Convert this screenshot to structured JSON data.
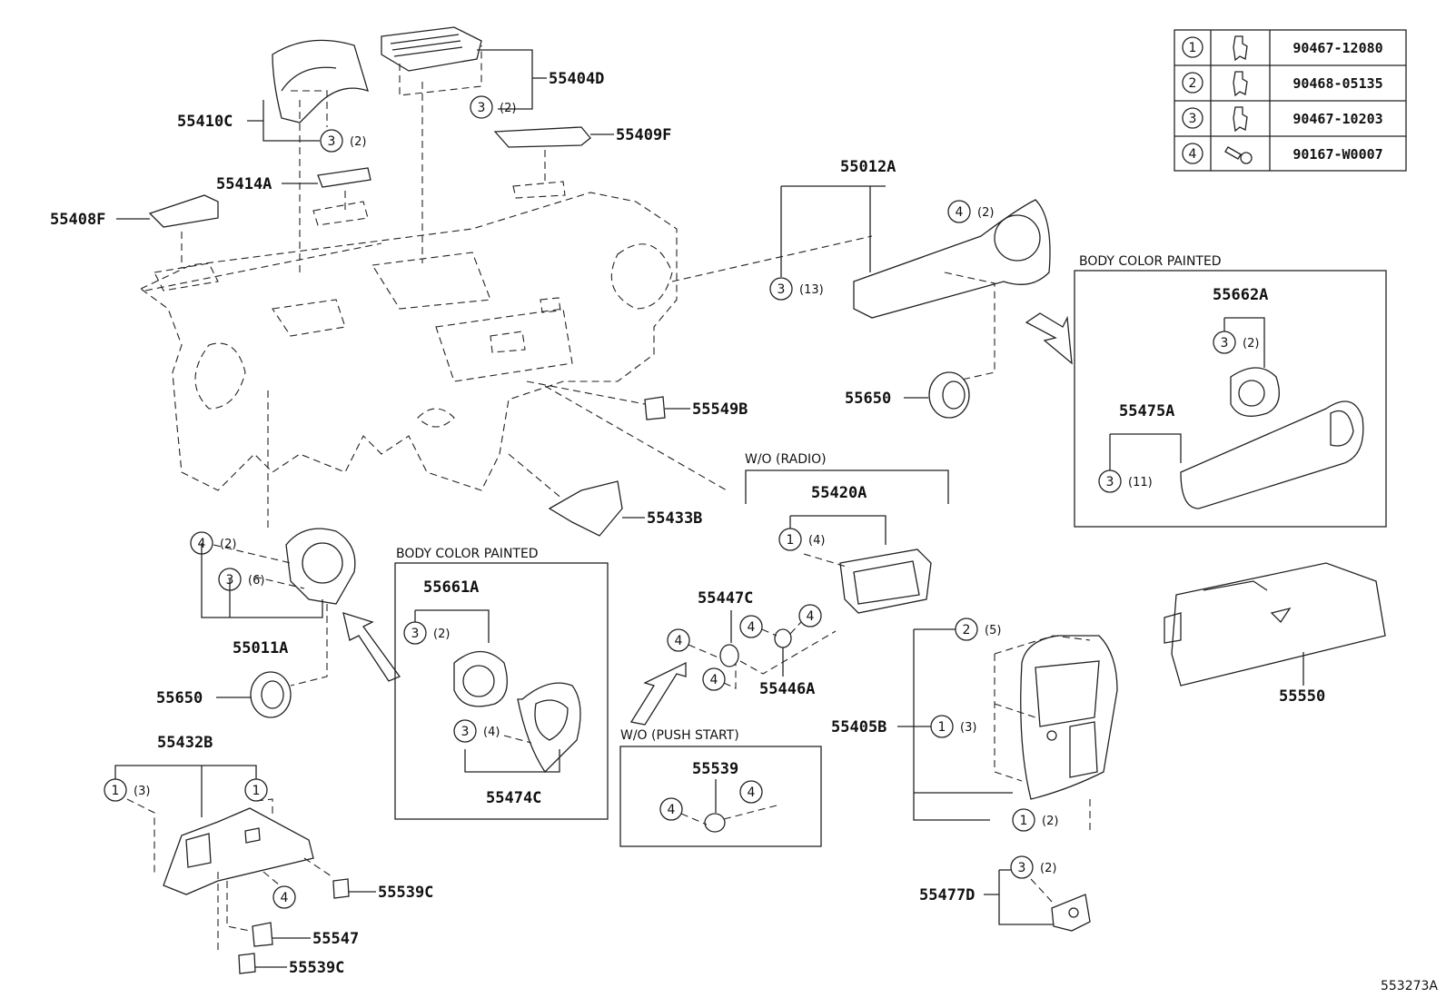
{
  "diagram_id": "553273A",
  "labels": {
    "p55404D": "55404D",
    "p55410C": "55410C",
    "p55409F": "55409F",
    "p55414A": "55414A",
    "p55408F": "55408F",
    "p55012A": "55012A",
    "p55662A": "55662A",
    "p55475A": "55475A",
    "p55650a": "55650",
    "p55549B": "55549B",
    "p55433B": "55433B",
    "p55420A": "55420A",
    "p55011A": "55011A",
    "p55650b": "55650",
    "p55661A": "55661A",
    "p55474C": "55474C",
    "p55447C": "55447C",
    "p55446A": "55446A",
    "p55405B": "55405B",
    "p55550": "55550",
    "p55432B": "55432B",
    "p55539": "55539",
    "p55539Ca": "55539C",
    "p55547": "55547",
    "p55539Cb": "55539C",
    "p55477D": "55477D"
  },
  "notes": {
    "body_color_right": "BODY COLOR PAINTED",
    "body_color_left": "BODY COLOR PAINTED",
    "wo_radio": "W/O (RADIO)",
    "wo_push_start": "W/O (PUSH  START)"
  },
  "qty": {
    "q2": "(2)",
    "q3": "(3)",
    "q4": "(4)",
    "q5": "(5)",
    "q6": "(6)",
    "q11": "(11)",
    "q13": "(13)"
  },
  "fastener_table": [
    {
      "ref": "1",
      "part_no": "90467-12080"
    },
    {
      "ref": "2",
      "part_no": "90468-05135"
    },
    {
      "ref": "3",
      "part_no": "90467-10203"
    },
    {
      "ref": "4",
      "part_no": "90167-W0007"
    }
  ]
}
